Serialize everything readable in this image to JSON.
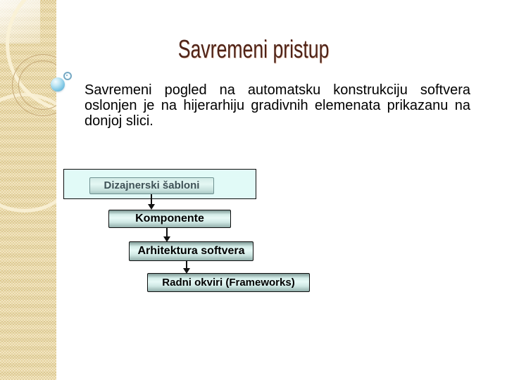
{
  "slide": {
    "title": "Savremeni pristup",
    "body": "Savremeni pogled na automatsku konstrukciju softvera oslonjen je na hijerarhiju gradivnih elemenata prikazanu na donjoj slici."
  },
  "diagram": {
    "type": "flow",
    "direction": "top-down",
    "nodes": [
      {
        "label": "Dizajnerski šabloni"
      },
      {
        "label": "Komponente"
      },
      {
        "label": "Arhitektura softvera"
      },
      {
        "label": "Radni okviri (Frameworks)"
      }
    ],
    "edges": [
      [
        "Dizajnerski šabloni",
        "Komponente"
      ],
      [
        "Komponente",
        "Arhitektura softvera"
      ],
      [
        "Arhitektura softvera",
        "Radni okviri (Frameworks)"
      ]
    ]
  },
  "decorations": {
    "sphere_bullet": "blue-glossy-sphere",
    "ring_bullet": "small-blue-ring"
  },
  "colors": {
    "title_text": "#4e2317",
    "band_beige": "#ead9a8",
    "container_fill": "#e1faf7",
    "node_border": "#0c0c0c",
    "node_text": "#000000",
    "inner_node_text": "#3e5156",
    "sphere_blue": "#7ec6e4",
    "arrow": "#111111"
  }
}
